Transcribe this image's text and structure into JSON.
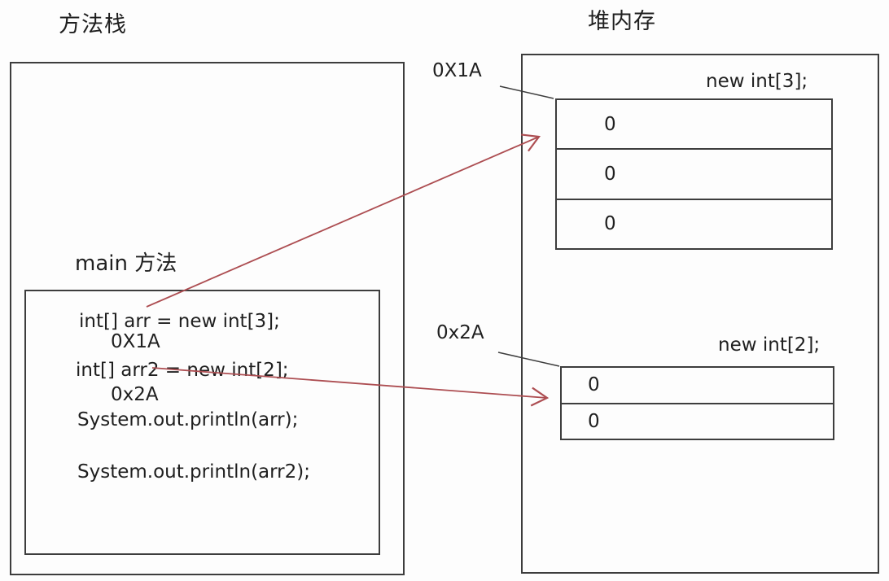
{
  "colors": {
    "background": "#fdfdfd",
    "box_border": "#3d3d3d",
    "arrow_red": "#ad4e52",
    "connector_black": "#3d3d3d",
    "text": "#1f1f1f"
  },
  "stack": {
    "title": "方法栈",
    "frame_label": "main 方法",
    "code": [
      {
        "text": "int[] arr = new int[3];"
      },
      {
        "text": "0X1A"
      },
      {
        "text": "int[] arr2 = new int[2];"
      },
      {
        "text": "0x2A"
      },
      {
        "text": "System.out.println(arr);"
      },
      {
        "text": "System.out.println(arr2);"
      }
    ]
  },
  "heap": {
    "title": "堆内存",
    "arrays": [
      {
        "address": "0X1A",
        "creation_label": "new int[3];",
        "cells": [
          "0",
          "0",
          "0"
        ]
      },
      {
        "address": "0x2A",
        "creation_label": "new int[2];",
        "cells": [
          "0",
          "0"
        ]
      }
    ]
  }
}
